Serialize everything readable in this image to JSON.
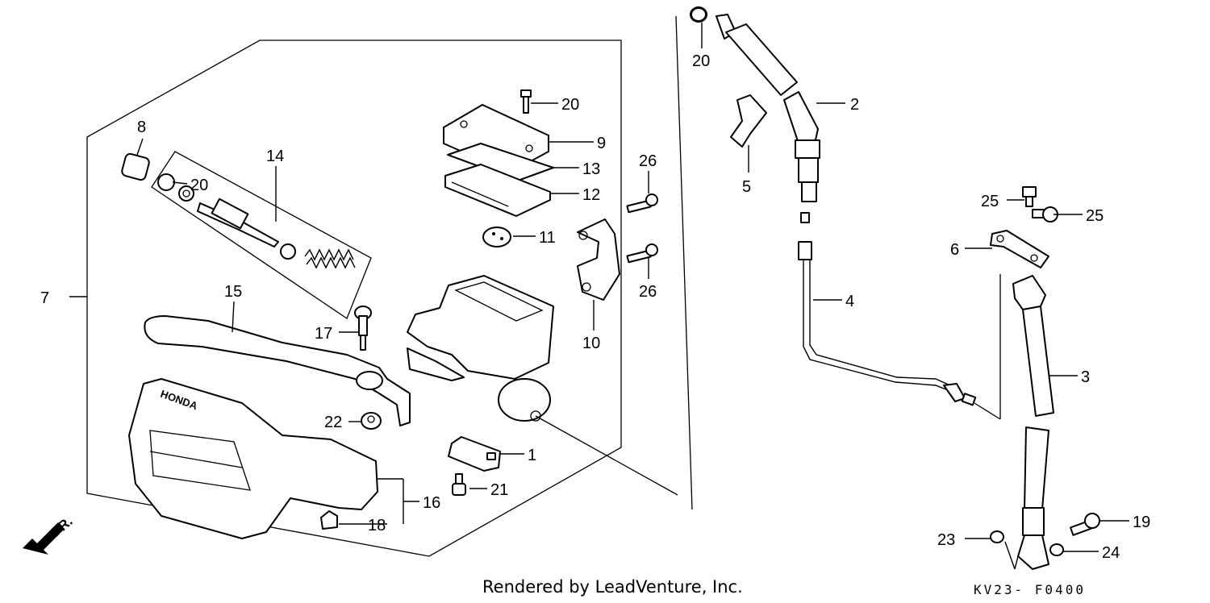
{
  "diagram": {
    "callouts": [
      {
        "id": "c1",
        "text": "1"
      },
      {
        "id": "c2",
        "text": "2"
      },
      {
        "id": "c3",
        "text": "3"
      },
      {
        "id": "c4",
        "text": "4"
      },
      {
        "id": "c5",
        "text": "5"
      },
      {
        "id": "c6",
        "text": "6"
      },
      {
        "id": "c7",
        "text": "7"
      },
      {
        "id": "c8",
        "text": "8"
      },
      {
        "id": "c9",
        "text": "9"
      },
      {
        "id": "c10",
        "text": "10"
      },
      {
        "id": "c11",
        "text": "11"
      },
      {
        "id": "c12",
        "text": "12"
      },
      {
        "id": "c13",
        "text": "13"
      },
      {
        "id": "c14",
        "text": "14"
      },
      {
        "id": "c15",
        "text": "15"
      },
      {
        "id": "c16",
        "text": "16"
      },
      {
        "id": "c17",
        "text": "17"
      },
      {
        "id": "c18",
        "text": "18"
      },
      {
        "id": "c19",
        "text": "19"
      },
      {
        "id": "c20a",
        "text": "20"
      },
      {
        "id": "c20b",
        "text": "20"
      },
      {
        "id": "c20c",
        "text": "20"
      },
      {
        "id": "c21",
        "text": "21"
      },
      {
        "id": "c22",
        "text": "22"
      },
      {
        "id": "c23",
        "text": "23"
      },
      {
        "id": "c24",
        "text": "24"
      },
      {
        "id": "c25a",
        "text": "25"
      },
      {
        "id": "c25b",
        "text": "25"
      },
      {
        "id": "c26a",
        "text": "26"
      },
      {
        "id": "c26b",
        "text": "26"
      }
    ],
    "guard_brand": "HONDA",
    "front_marker": "FR.",
    "credit": "Rendered by LeadVenture, Inc.",
    "drawing_code": "KV23- F0400"
  }
}
